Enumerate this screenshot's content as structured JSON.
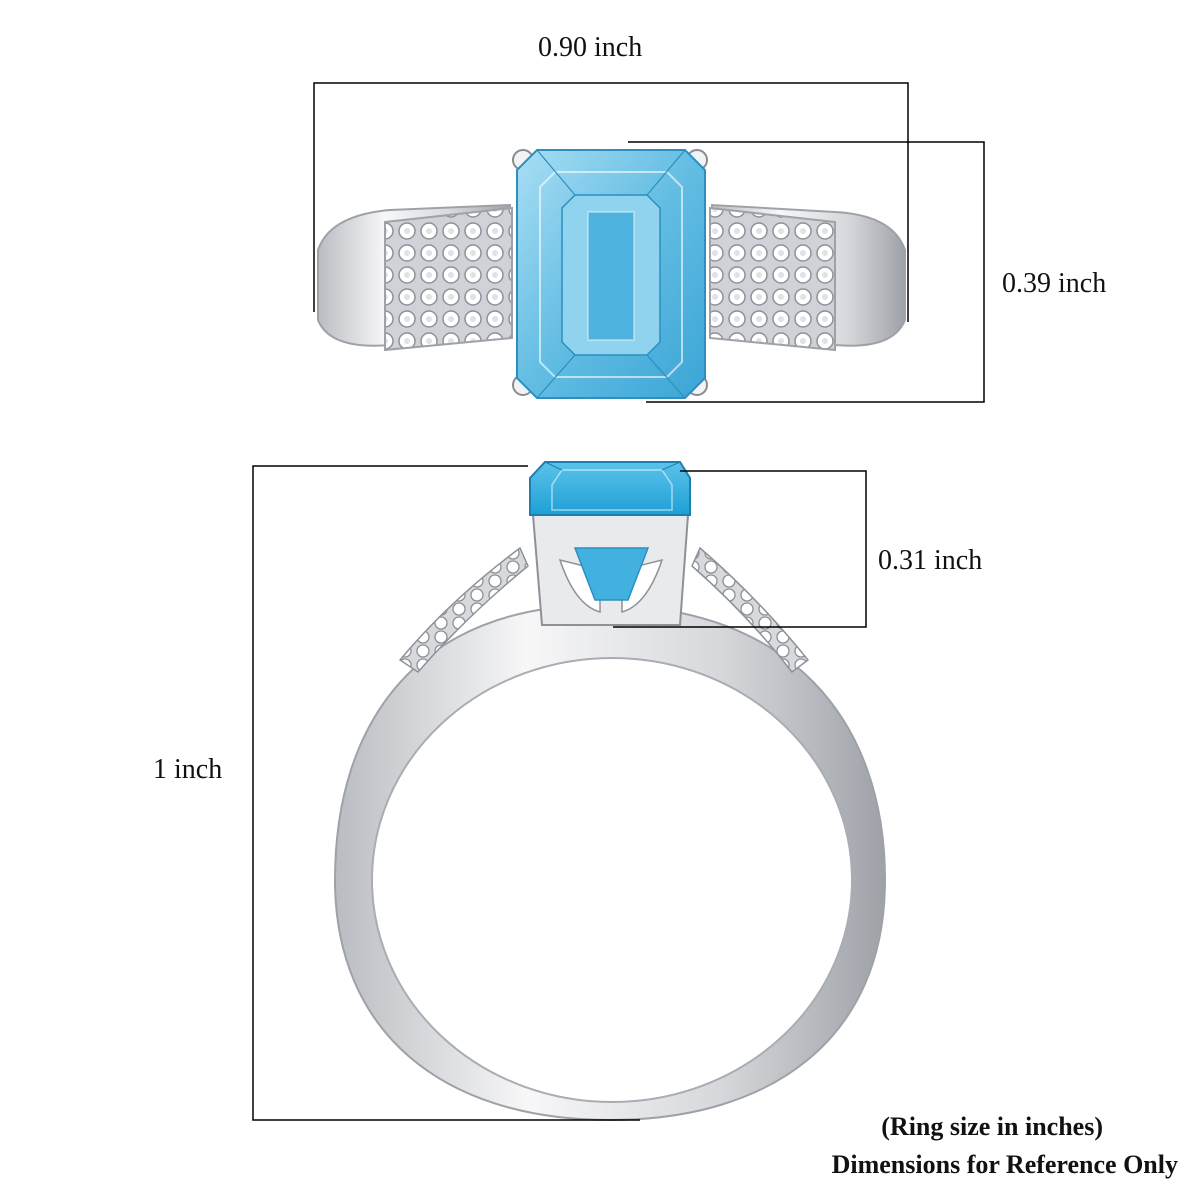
{
  "dimensions": {
    "top_width": "0.90 inch",
    "top_height": "0.39 inch",
    "stone_height": "0.31 inch",
    "ring_height": "1 inch"
  },
  "notes": {
    "line1": "(Ring size in inches)",
    "line2": "Dimensions for Reference Only"
  },
  "colors": {
    "gem": "#6ec3e6",
    "metal": "#e9eaec",
    "line": "#000000"
  }
}
